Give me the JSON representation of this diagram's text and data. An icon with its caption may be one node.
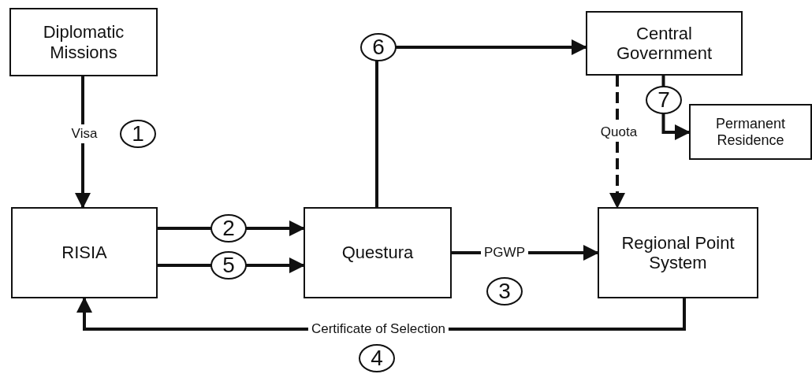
{
  "diagram": {
    "nodes": [
      {
        "text": [
          "Diplomatic Missions"
        ]
      },
      {
        "text": [
          "Central Government"
        ]
      },
      {
        "text": [
          "Permanent Residence"
        ]
      },
      {
        "text": [
          "RISIA"
        ]
      },
      {
        "text": [
          "Questura"
        ]
      },
      {
        "text": [
          "Regional Point System"
        ]
      }
    ],
    "edges": [
      {
        "from": 0,
        "to": 3,
        "arrow": "to",
        "label": "Visa"
      },
      {
        "from": 3,
        "to": 4,
        "arrow": "to"
      },
      {
        "from": 3,
        "to": 4,
        "arrow": "to"
      },
      {
        "from": 4,
        "to": 5,
        "arrow": "to",
        "label": "PGWP"
      },
      {
        "from": 5,
        "to": 3,
        "arrow": "to",
        "label": "Certificate of Selection"
      },
      {
        "from": 4,
        "to": 1,
        "arrow": "to"
      },
      {
        "from": 1,
        "to": 5,
        "arrow": "to",
        "label": "Quota",
        "style": "dashed"
      },
      {
        "from": 1,
        "to": 2,
        "arrow": "to"
      }
    ],
    "labels": [
      "6",
      "7",
      "1",
      "2",
      "5",
      "3",
      "4"
    ]
  }
}
